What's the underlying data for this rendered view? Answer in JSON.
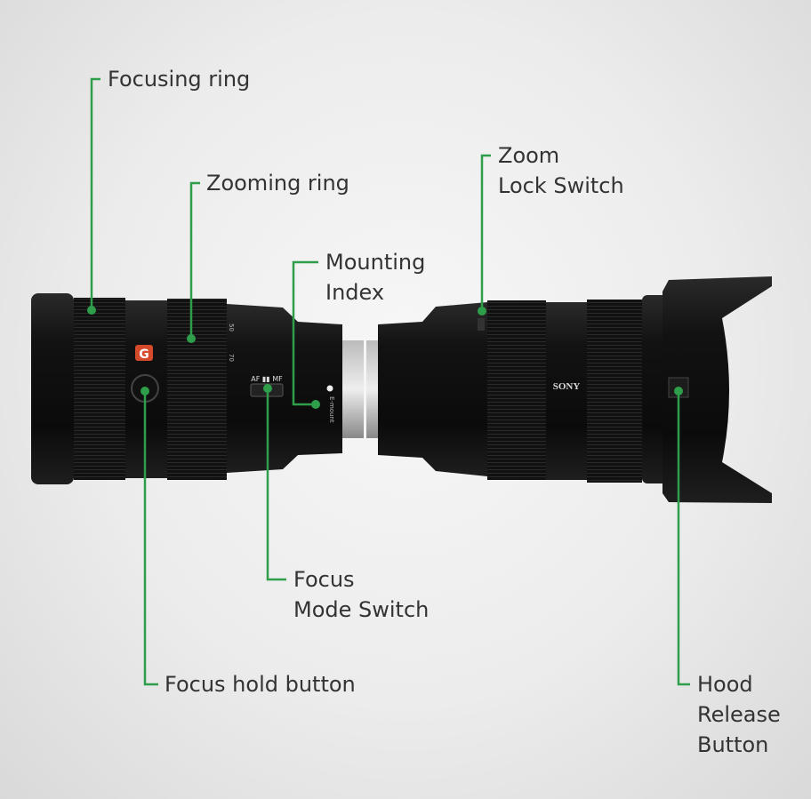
{
  "accent_color": "#2e9e4a",
  "labels": {
    "focusing_ring": "Focusing ring",
    "zooming_ring": "Zooming ring",
    "mounting_index": [
      "Mounting",
      "Index"
    ],
    "zoom_lock_switch": [
      "Zoom",
      "Lock Switch"
    ],
    "focus_hold_button": "Focus hold button",
    "focus_mode_switch": [
      "Focus",
      "Mode Switch"
    ],
    "hood_release_button": [
      "Hood",
      "Release",
      "Button"
    ]
  },
  "lens_markings": {
    "badge": "G",
    "switch": "AF ▮▮ MF",
    "zoom_50": "50",
    "zoom_70": "70",
    "mount": "E-mount",
    "brand": "SONY"
  }
}
